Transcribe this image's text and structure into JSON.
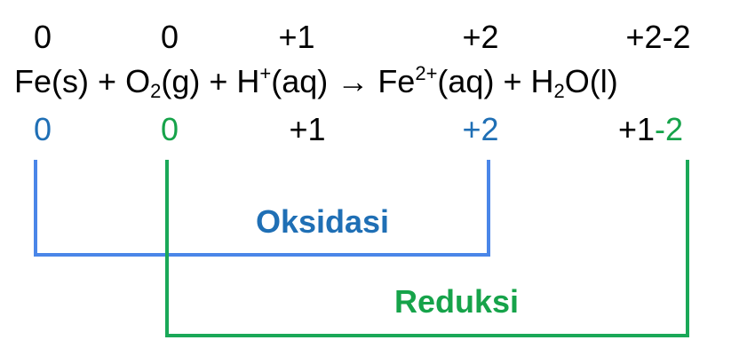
{
  "colors": {
    "oxidation": "#1f6fb5",
    "reduction": "#16a34a",
    "oxidation_line": "#4a86e8",
    "reduction_line": "#1aa858",
    "text": "#000000"
  },
  "oxidation_states_top": [
    "0",
    "0",
    "+1",
    "+2",
    "+2-2"
  ],
  "equation": {
    "fe_s": "Fe(s)",
    "plus_1": "+",
    "o2_o": "O",
    "o2_sub": "2",
    "o2_state": "(g)",
    "plus_2": "+",
    "h": "H",
    "h_sup": "+",
    "h_state": "(aq)",
    "arrow": "→",
    "fe_ion": "Fe",
    "fe_ion_sup": "2+",
    "fe_ion_state": "(aq)",
    "plus_3": "+",
    "h2o_h": "H",
    "h2o_sub": "2",
    "h2o_o": "O(l)"
  },
  "oxidation_states_bottom": {
    "fe": "0",
    "o": "0",
    "h": "+1",
    "fe_ion": "+2",
    "h2o_h": "+1",
    "h2o_o": "-2"
  },
  "labels": {
    "oxidation": "Oksidasi",
    "reduction": "Reduksi"
  }
}
